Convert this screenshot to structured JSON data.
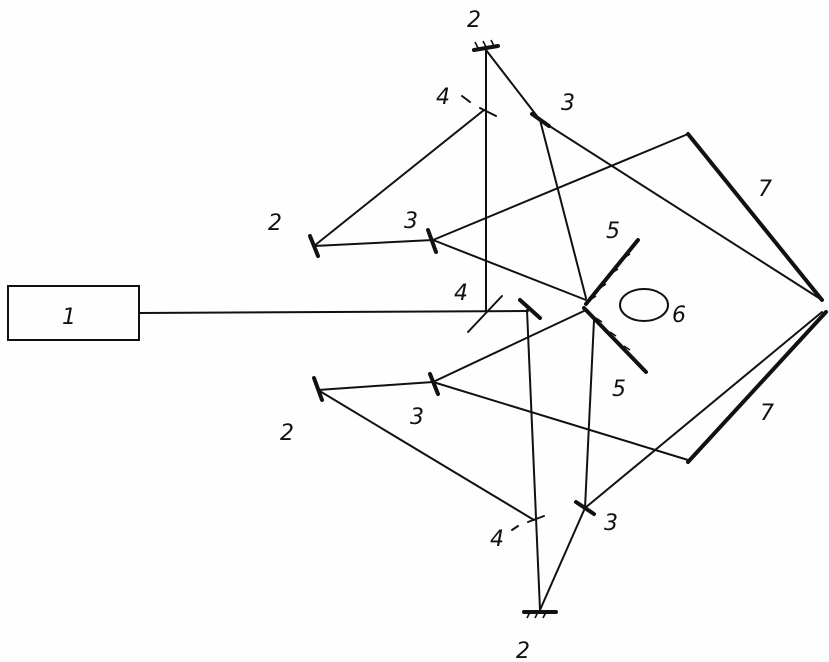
{
  "diagram": {
    "labels": {
      "source": "1",
      "mirror": "2",
      "element": "3",
      "splitter": "4",
      "reflector": "5",
      "sample": "6",
      "screen": "7"
    }
  }
}
